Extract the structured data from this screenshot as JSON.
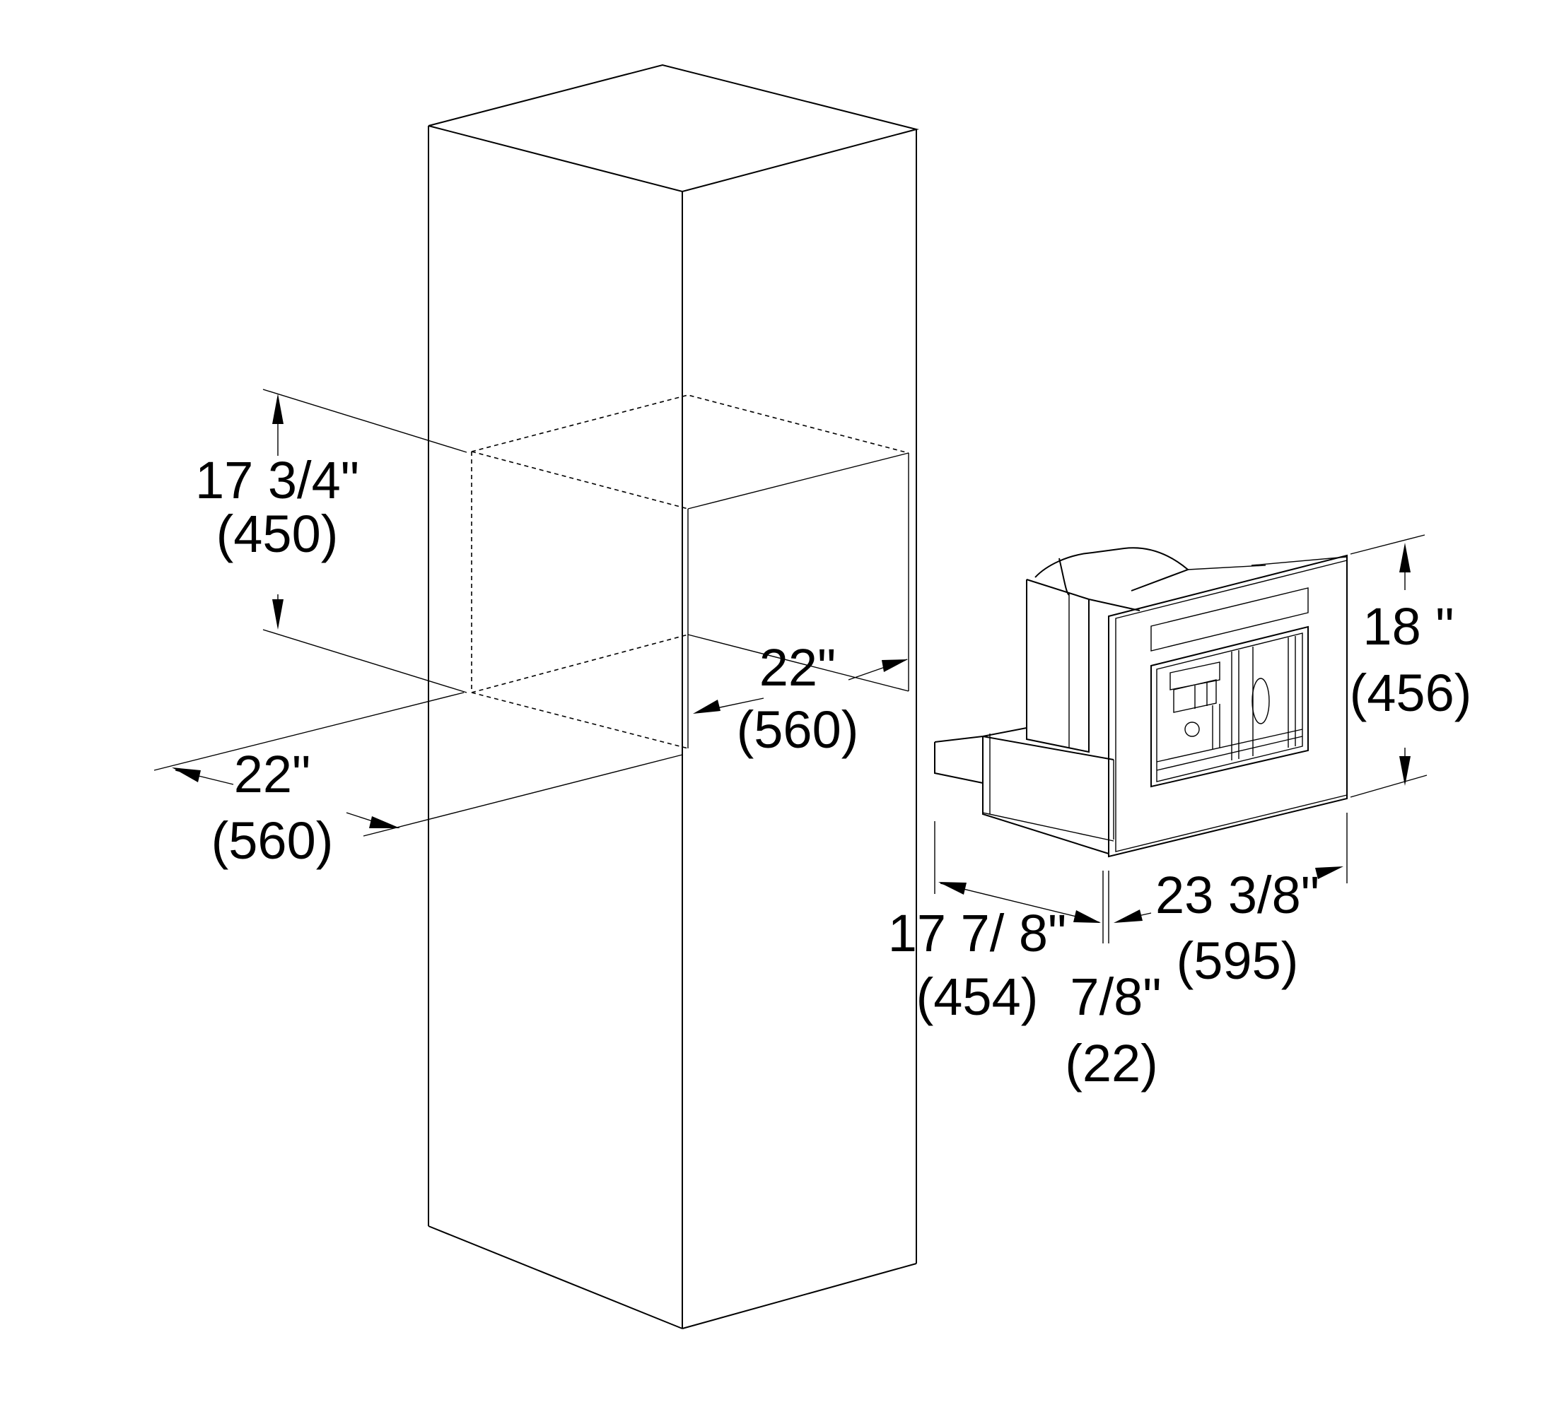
{
  "dimensions": {
    "cutout_height": {
      "imperial": "17 3/4\"",
      "metric": "(450)"
    },
    "cutout_width": {
      "imperial": "22\"",
      "metric": "(560)"
    },
    "cutout_depth": {
      "imperial": "22\"",
      "metric": "(560)"
    },
    "appliance_height": {
      "imperial": "18 \"",
      "metric": "(456)"
    },
    "appliance_width": {
      "imperial": "23 3/8\"",
      "metric": "(595)"
    },
    "appliance_depth": {
      "imperial": "17 7/ 8\"",
      "metric": "(454)"
    },
    "front_panel_depth": {
      "imperial": "7/8\"",
      "metric": "(22)"
    }
  }
}
